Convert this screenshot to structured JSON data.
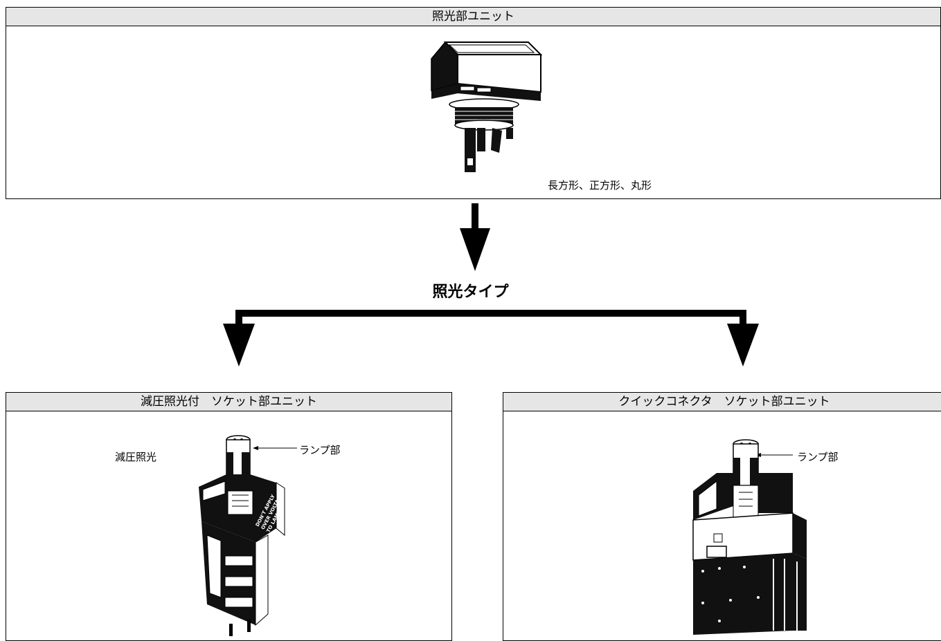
{
  "top_unit": {
    "header": "照光部ユニット",
    "shapes_caption": "長方形、正方形、丸形"
  },
  "lighting_type_label": "照光タイプ",
  "left_unit": {
    "header": "減圧照光付　ソケット部ユニット",
    "side_label": "減圧照光",
    "lamp_label": "ランプ部",
    "body_print": [
      "DON'T APPLY",
      "OVER VOLTAGE",
      "TO LAMP."
    ]
  },
  "right_unit": {
    "header": "クイックコネクタ　ソケット部ユニット",
    "lamp_label": "ランプ部"
  }
}
